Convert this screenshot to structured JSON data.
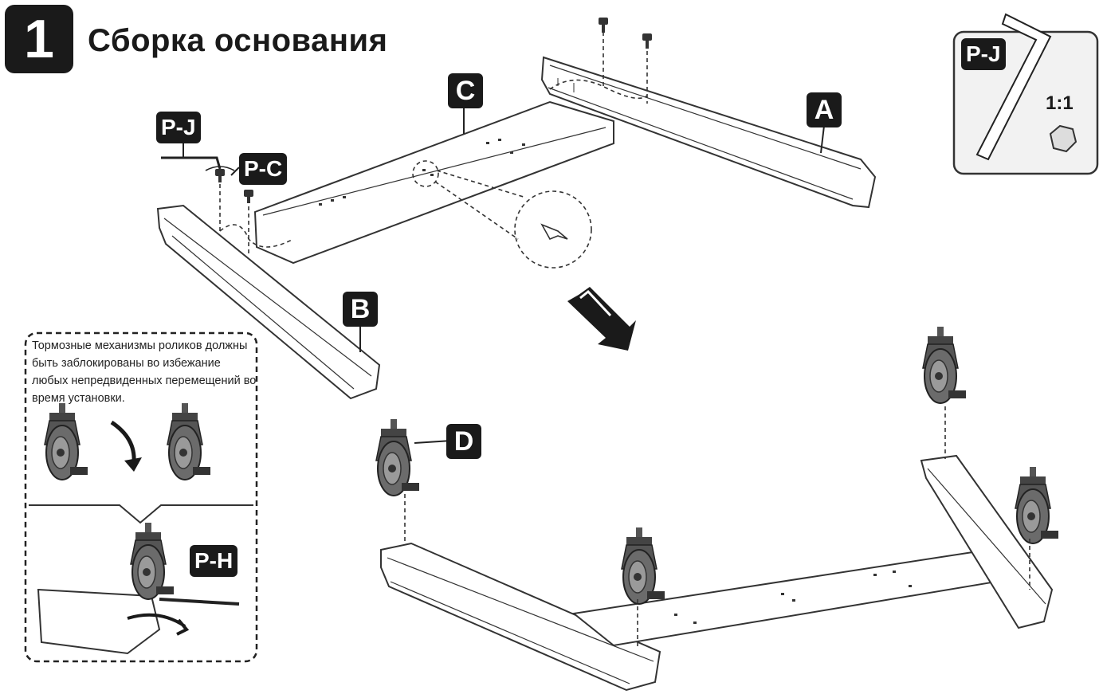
{
  "step": {
    "number": "1",
    "title": "Сборка основания"
  },
  "tool_panel": {
    "tool_label": "P-J",
    "scale": "1:1"
  },
  "part_labels": {
    "a": "A",
    "b": "B",
    "c": "C",
    "d": "D",
    "pj": "P-J",
    "pc": "P-C",
    "ph": "P-H"
  },
  "brake_note": {
    "text": "Тормозные механизмы роликов должны быть заблокированы во избежание любых непредвиденных перемещений во время установки."
  },
  "colors": {
    "ink": "#1a1a1a",
    "panel_bg": "#f2f2f2",
    "line": "#333333"
  }
}
